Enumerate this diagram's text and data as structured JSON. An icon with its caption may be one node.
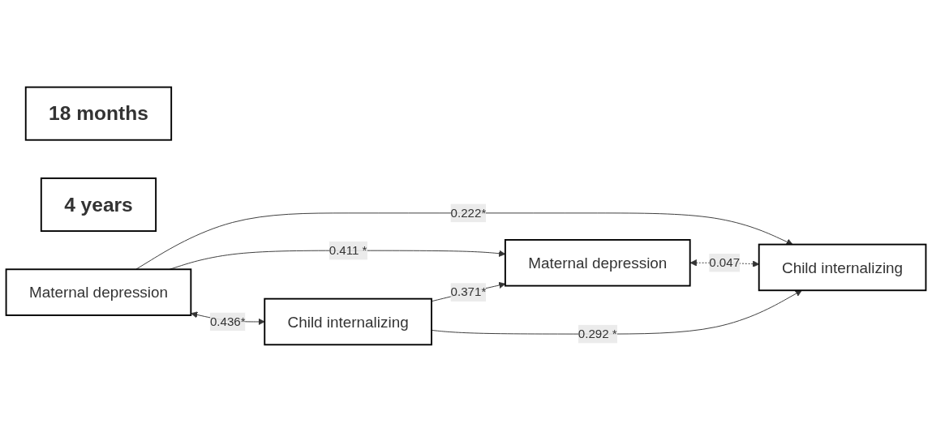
{
  "diagram": {
    "nodes": [
      {
        "text": [
          "18 months"
        ]
      },
      {
        "text": [
          "4 years"
        ]
      },
      {
        "text": [
          "Maternal depression"
        ]
      },
      {
        "text": [
          "Child internalizing"
        ]
      },
      {
        "text": [
          "Maternal depression"
        ]
      },
      {
        "text": [
          "Child internalizing"
        ]
      }
    ],
    "edges": [
      {
        "from": 2,
        "to": 4,
        "arrow": "to",
        "label": "0.411 *"
      },
      {
        "from": 2,
        "to": 3,
        "arrow": "both",
        "label": "0.436*"
      },
      {
        "from": 3,
        "to": 4,
        "arrow": "to",
        "label": "0.371*"
      },
      {
        "from": 2,
        "to": 5,
        "arrow": "to",
        "label": "0.222*"
      },
      {
        "from": 4,
        "to": 5,
        "arrow": "both",
        "label": "0.047",
        "style": "dashed"
      },
      {
        "from": 3,
        "to": 5,
        "arrow": "to",
        "label": "0.292 *"
      }
    ]
  }
}
